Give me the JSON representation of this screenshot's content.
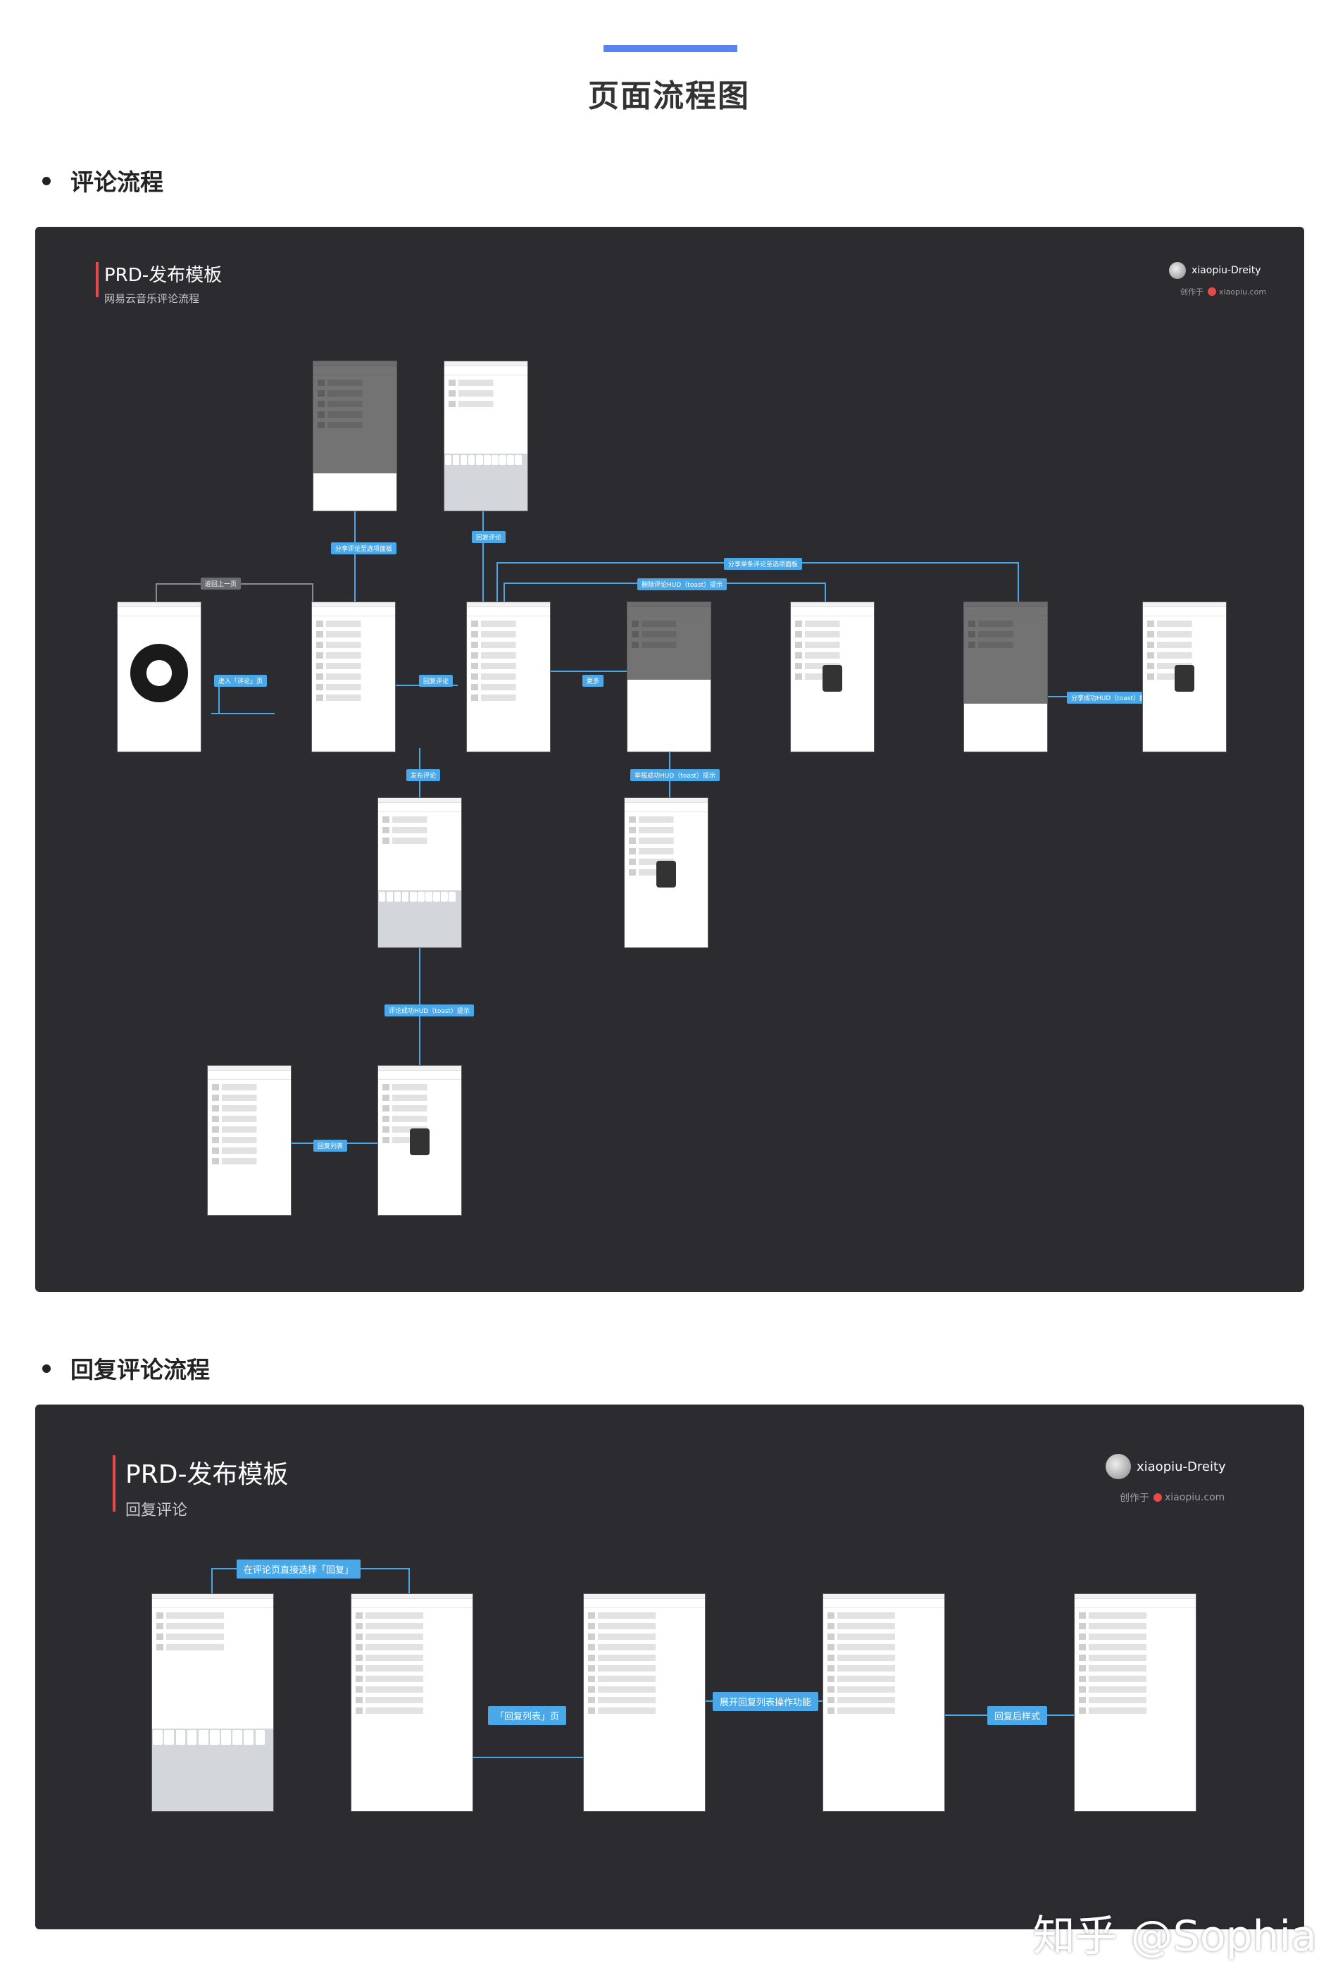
{
  "page": {
    "title": "页面流程图"
  },
  "sections": [
    {
      "heading": "评论流程"
    },
    {
      "heading": "回复评论流程"
    }
  ],
  "board1": {
    "title": "PRD-发布模板",
    "subtitle": "网易云音乐评论流程",
    "author": "xiaopiu-Dreity",
    "created_prefix": "创作于",
    "created_site": "xiaopiu.com",
    "tags": {
      "back": "返回上一页",
      "enter_comment": "进入「评论」页",
      "share_popup": "分享评论至选项面板",
      "reply": "回复评论",
      "share_song": "分享单条评论至选项面板",
      "delete_toast": "删除评论HUD（toast）提示",
      "reply_to": "回复评论",
      "more": "更多",
      "publish": "发布评论",
      "report": "举报成功HUD（toast）提示",
      "share_toast": "分享成功HUD（toast）提示",
      "comment_toast": "评论成功HUD（toast）提示",
      "reply_list": "回复列表"
    }
  },
  "board2": {
    "title": "PRD-发布模板",
    "subtitle": "回复评论",
    "author": "xiaopiu-Dreity",
    "created_prefix": "创作于",
    "created_site": "xiaopiu.com",
    "tags": {
      "direct_reply": "在评论页直接选择「回复」",
      "reply_list_page": "「回复列表」页",
      "expand_ops": "展开回复列表操作功能",
      "after_reply": "回复后样式"
    }
  },
  "watermark": "知乎 @Sophia"
}
